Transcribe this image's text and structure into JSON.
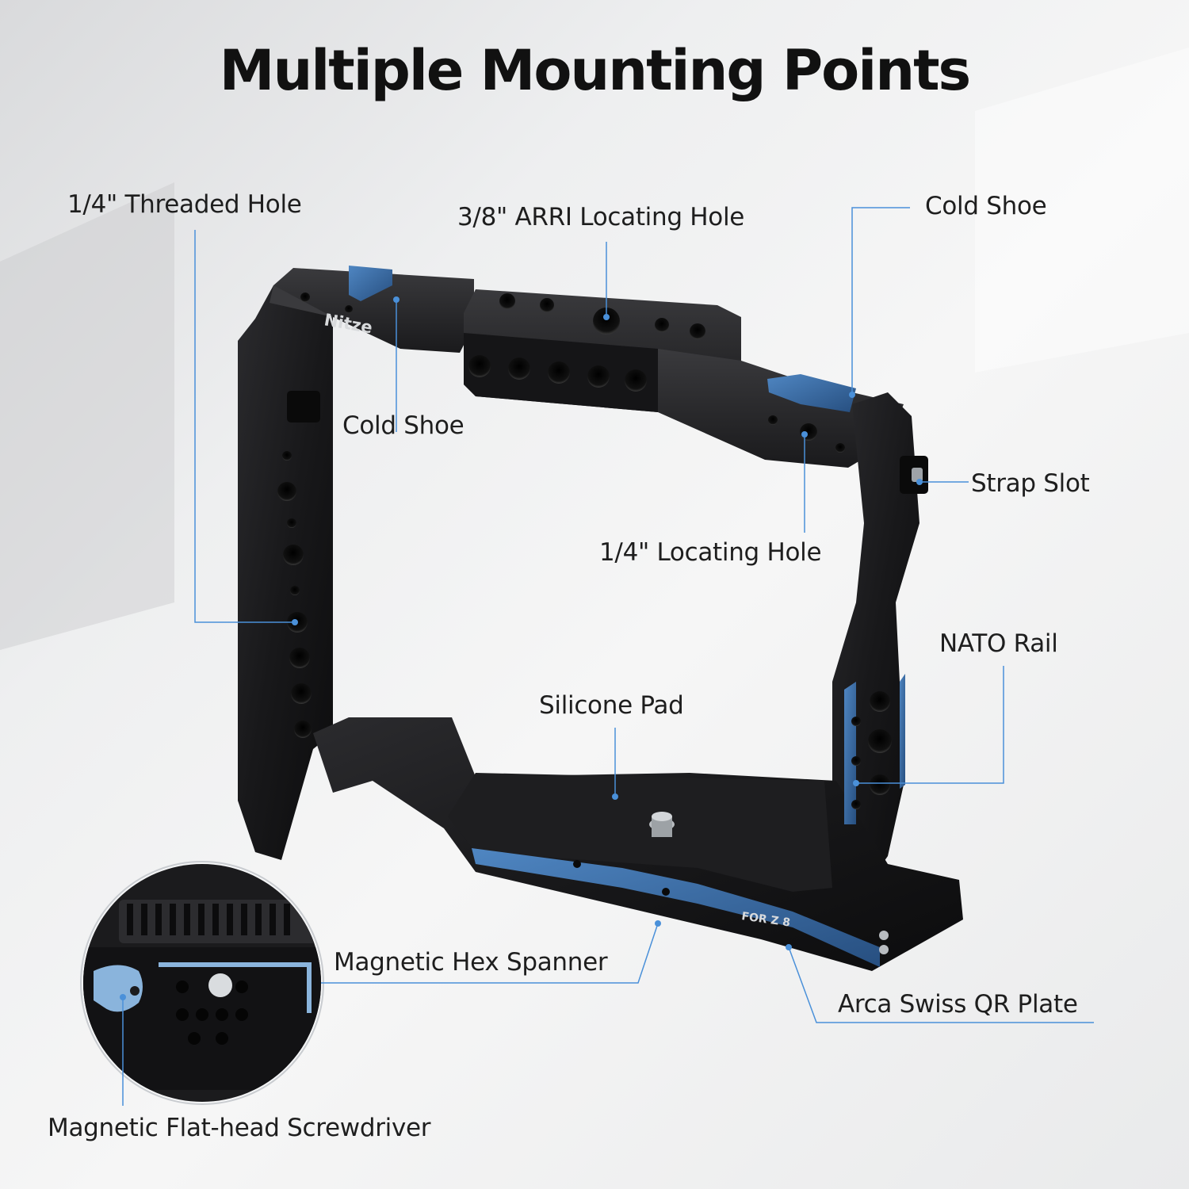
{
  "title": "Multiple Mounting Points",
  "brand": "Nitze",
  "model_label": "FOR Z 8",
  "callouts": {
    "threaded_hole": "1/4\" Threaded Hole",
    "arri_hole": "3/8\" ARRI Locating Hole",
    "cold_shoe_right": "Cold Shoe",
    "cold_shoe_left": "Cold Shoe",
    "strap_slot": "Strap Slot",
    "locating_hole": "1/4\" Locating Hole",
    "nato_rail": "NATO Rail",
    "silicone_pad": "Silicone Pad",
    "hex_spanner": "Magnetic Hex Spanner",
    "arca_plate": "Arca Swiss QR Plate",
    "screwdriver": "Magnetic Flat-head Screwdriver"
  },
  "colors": {
    "accent_blue": "#3a6fa8",
    "cage_black": "#1c1c1e",
    "leader_line": "#4a90d9"
  }
}
